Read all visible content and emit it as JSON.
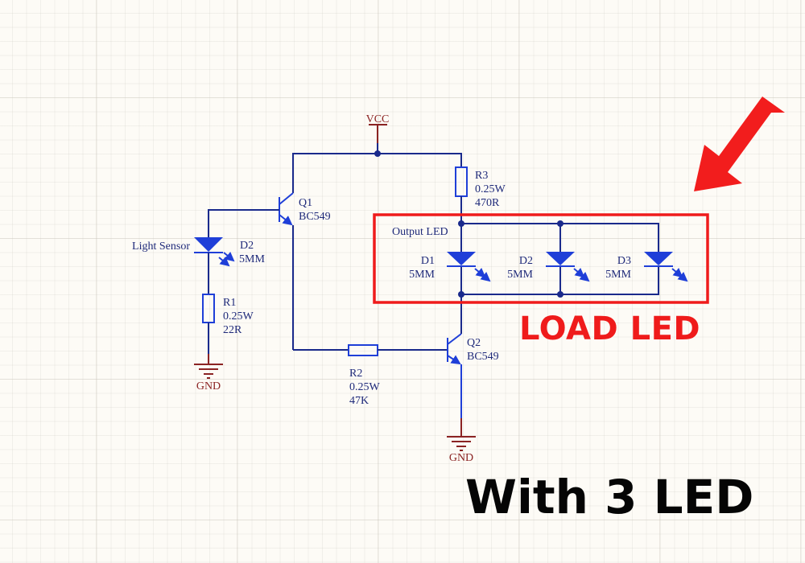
{
  "diagram": {
    "type": "circuit-schematic",
    "power_labels": {
      "vcc": "VCC",
      "gnd_left": "GND",
      "gnd_right": "GND"
    },
    "components": {
      "q1": {
        "ref": "Q1",
        "value": "BC549"
      },
      "q2": {
        "ref": "Q2",
        "value": "BC549"
      },
      "sensor": {
        "label": "Light Sensor",
        "ref": "D2",
        "value": "5MM"
      },
      "r1": {
        "ref": "R1",
        "power": "0.25W",
        "value": "22R"
      },
      "r2": {
        "ref": "R2",
        "power": "0.25W",
        "value": "47K"
      },
      "r3": {
        "ref": "R3",
        "power": "0.25W",
        "value": "470R"
      },
      "output_group_label": "Output LED",
      "leds": [
        {
          "ref": "D1",
          "value": "5MM"
        },
        {
          "ref": "D2",
          "value": "5MM"
        },
        {
          "ref": "D3",
          "value": "5MM"
        }
      ]
    },
    "annotations": {
      "load_led": "LOAD LED",
      "with_3_led": "With 3 LED",
      "highlight_color": "#ef1b1b",
      "arrow_color": "#f21d1d"
    },
    "colors": {
      "background": "#fdfbf6",
      "wire": "#1a2a8c",
      "component": "#1f3fd8",
      "text": "#1f2a7a",
      "power": "#8b2323"
    }
  }
}
